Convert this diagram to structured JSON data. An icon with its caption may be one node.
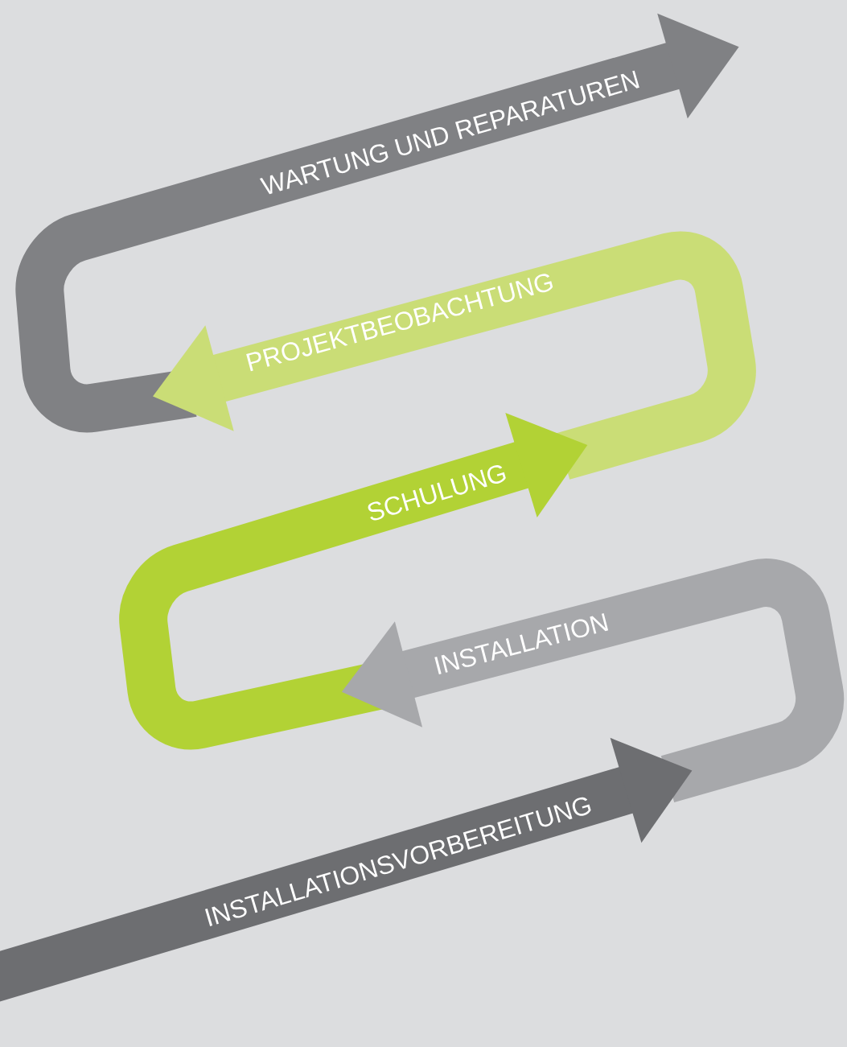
{
  "diagram": {
    "nodes": [
      {
        "text": [
          "WARTUNG UND REPARATUREN"
        ]
      },
      {
        "text": [
          "PROJEKTBEOBACHTUNG"
        ]
      },
      {
        "text": [
          "SCHULUNG"
        ]
      },
      {
        "text": [
          "INSTALLATION"
        ]
      },
      {
        "text": [
          "INSTALLATIONSVORBEREITUNG"
        ]
      }
    ]
  }
}
